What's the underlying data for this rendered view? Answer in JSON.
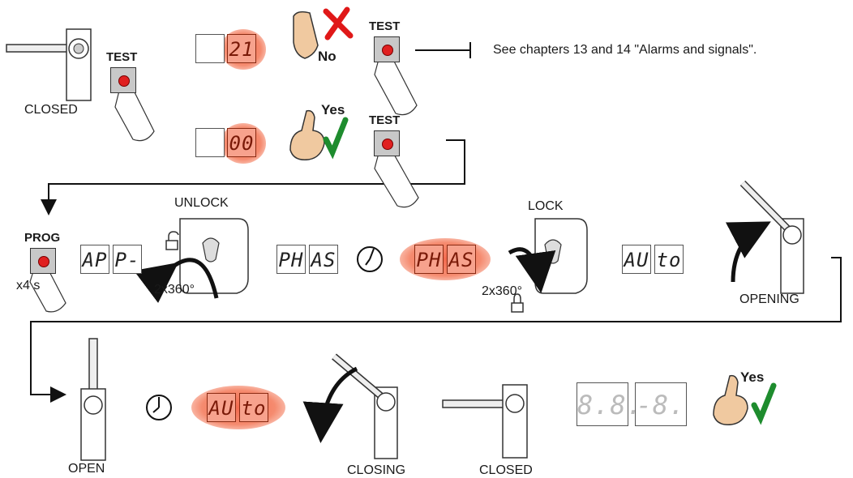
{
  "labels": {
    "closed_top": "CLOSED",
    "test_1": "TEST",
    "test_2": "TEST",
    "test_3": "TEST",
    "no": "No",
    "yes_1": "Yes",
    "yes_2": "Yes",
    "see_chapters": "See chapters 13 and 14 \"Alarms and signals\".",
    "prog": "PROG",
    "x4s": "x4 s",
    "unlock": "UNLOCK",
    "lock": "LOCK",
    "rot_1": "2x360°",
    "rot_2": "2x360°",
    "opening": "OPENING",
    "open": "OPEN",
    "closing": "CLOSING",
    "closed_bottom": "CLOSED"
  },
  "displays": {
    "d1_left": "",
    "d1_right": "21",
    "d2_left": "",
    "d2_right": "00",
    "d3_left": "AP",
    "d3_right": "P-",
    "d4_left": "PH",
    "d4_right": "AS",
    "d5_left": "PH",
    "d5_right": "AS",
    "d6_left": "AU",
    "d6_right": "to",
    "d7_left": "AU",
    "d7_right": "to",
    "d8_left": "8.8.",
    "d8_right": "-8."
  },
  "colors": {
    "red_display": "#f58b6f",
    "yes_check": "#1e8c2e",
    "no_cross": "#e01818",
    "button_dot": "#e02020"
  }
}
